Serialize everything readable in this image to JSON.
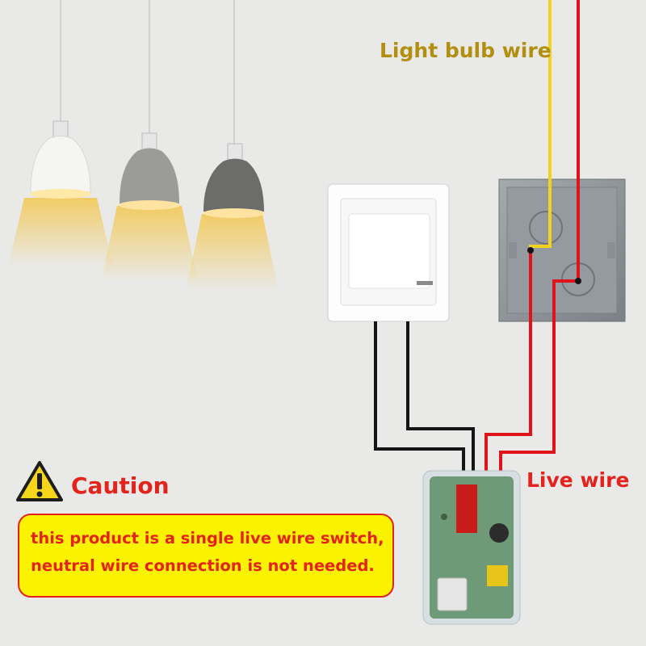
{
  "labels": {
    "light_bulb_wire": "Light bulb wire",
    "live_wire": "Live wire"
  },
  "caution": {
    "title": "Caution",
    "lines": [
      "this product is a single live wire switch,",
      "neutral wire connection is not needed."
    ]
  },
  "colors": {
    "background": "#e9e9e7",
    "label_gold": "#b38f10",
    "caution_red": "#e3231c",
    "caution_fill": "#fbf200",
    "wire_yellow": "#f2d21b",
    "wire_red": "#e0121a",
    "wire_black": "#151515",
    "pcb_green": "#6f9a78"
  },
  "icons": {
    "warning": "warning-triangle-icon"
  }
}
